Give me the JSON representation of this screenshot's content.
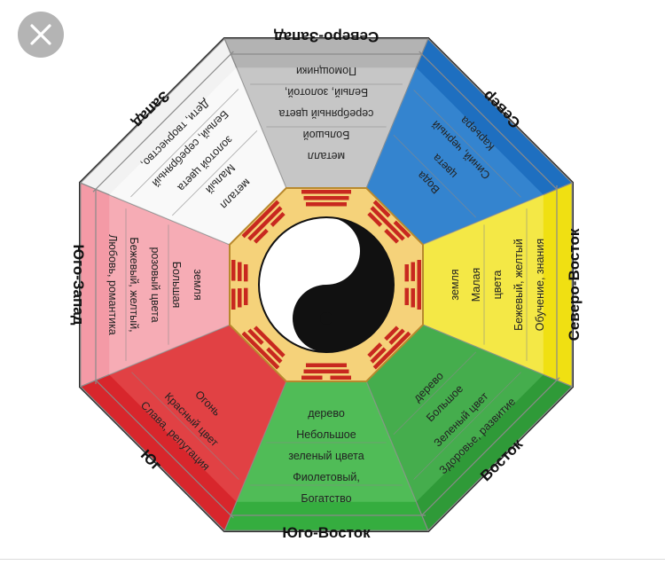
{
  "viewer": {
    "close_icon": "close-icon"
  },
  "bagua": {
    "center_icon": "yin-yang-icon",
    "line_color": "#8a8a8a",
    "trigram_color": "#c8281f",
    "sectors": [
      {
        "id": "north-west",
        "direction": "Северо-Запад",
        "lines": [
          "Помощники",
          "Белый, золотой,",
          "серебряный цвета",
          "Большой",
          "металл"
        ],
        "color": "#b3b3b3",
        "band_color": "#d9d9d9"
      },
      {
        "id": "north",
        "direction": "Север",
        "lines": [
          "Карьера",
          "Синий, черный",
          "цвета",
          "Вода"
        ],
        "color": "#1e6fc0",
        "band_color": "#4a9ade"
      },
      {
        "id": "north-east",
        "direction": "Северо-Восток",
        "lines": [
          "Обучение, знания",
          "Бежевый, желтый",
          "цвета",
          "Малая",
          "земля"
        ],
        "color": "#f0e012",
        "band_color": "#f7ef7a"
      },
      {
        "id": "east",
        "direction": "Восток",
        "lines": [
          "Здоровье, развитие",
          "Зеленый цвет",
          "Большое",
          "дерево"
        ],
        "color": "#2f9a38",
        "band_color": "#5cc062"
      },
      {
        "id": "south-east",
        "direction": "Юго-Восток",
        "lines": [
          "Богатство",
          "Фиолетовый,",
          "зеленый цвета",
          "Небольшое",
          "дерево"
        ],
        "color": "#35ad3f",
        "band_color": "#6ccc70"
      },
      {
        "id": "south",
        "direction": "Юг",
        "lines": [
          "Слава, репутация",
          "Красный цвет",
          "Огонь"
        ],
        "color": "#d8262c",
        "band_color": "#ea5b5b"
      },
      {
        "id": "south-west",
        "direction": "Юго-Запад",
        "lines": [
          "Любовь, романтика",
          "Бежевый, желтый,",
          "розовый цвета",
          "Большая",
          "земля"
        ],
        "color": "#f49aa6",
        "band_color": "#f8bdc4"
      },
      {
        "id": "west",
        "direction": "Запад",
        "lines": [
          "Дети, творчество,",
          "Белый, серебряный",
          "золотой цвета",
          "Малый",
          "металл"
        ],
        "color": "#f2f2f2",
        "band_color": "#ffffff"
      }
    ]
  }
}
